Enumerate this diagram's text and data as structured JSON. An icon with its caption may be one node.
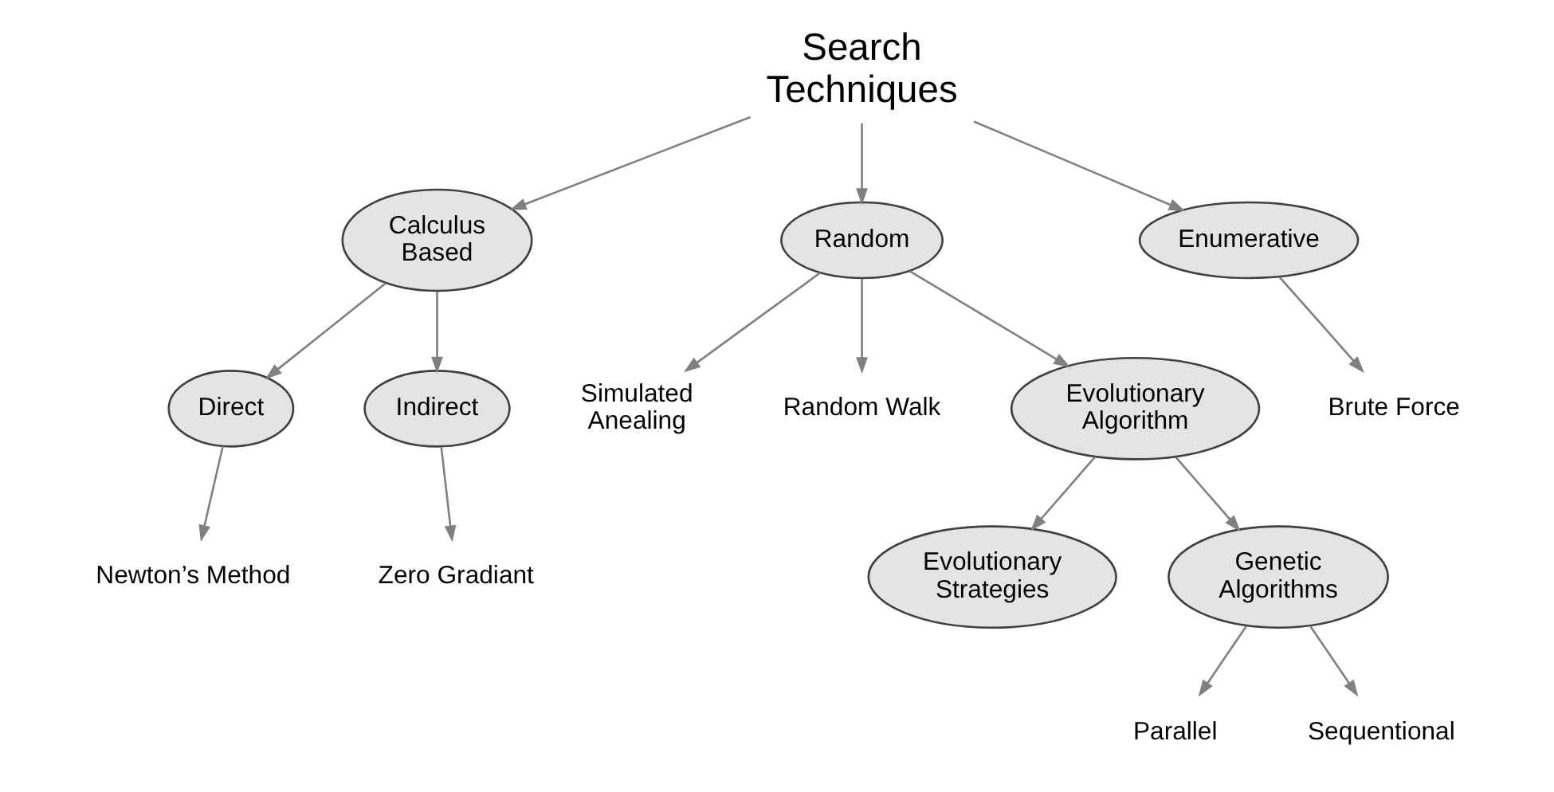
{
  "diagram": {
    "nodes": [
      {
        "text": [
          "Search Techniques"
        ]
      },
      {
        "text": [
          "Calculus Based"
        ]
      },
      {
        "text": [
          "Random"
        ]
      },
      {
        "text": [
          "Enumerative"
        ]
      },
      {
        "text": [
          "Direct"
        ]
      },
      {
        "text": [
          "Indirect"
        ]
      },
      {
        "text": [
          "Simulated Anealing"
        ]
      },
      {
        "text": [
          "Random Walk"
        ]
      },
      {
        "text": [
          "Brute Force"
        ]
      },
      {
        "text": [
          "Newton’s Method"
        ]
      },
      {
        "text": [
          "Zero Gradiant"
        ]
      },
      {
        "text": [
          "Evolutionary Algorithm"
        ]
      },
      {
        "text": [
          "Evolutionary Strategies"
        ]
      },
      {
        "text": [
          "Genetic Algorithms"
        ]
      },
      {
        "text": [
          "Parallel"
        ]
      },
      {
        "text": [
          "Sequentional"
        ]
      }
    ],
    "edges": [
      {
        "from": 0,
        "to": 1,
        "arrow": "to"
      },
      {
        "from": 0,
        "to": 2,
        "arrow": "to"
      },
      {
        "from": 0,
        "to": 3,
        "arrow": "to"
      },
      {
        "from": 1,
        "to": 4,
        "arrow": "to"
      },
      {
        "from": 1,
        "to": 5,
        "arrow": "to"
      },
      {
        "from": 2,
        "to": 6,
        "arrow": "to"
      },
      {
        "from": 2,
        "to": 11,
        "arrow": "to"
      },
      {
        "from": 2,
        "to": 7,
        "arrow": "to"
      },
      {
        "from": 3,
        "to": 8,
        "arrow": "to"
      },
      {
        "from": 4,
        "to": 9,
        "arrow": "to"
      },
      {
        "from": 5,
        "to": 10,
        "arrow": "to"
      },
      {
        "from": 11,
        "to": 12,
        "arrow": "to"
      },
      {
        "from": 11,
        "to": 13,
        "arrow": "to"
      },
      {
        "from": 13,
        "to": 14,
        "arrow": "to"
      },
      {
        "from": 13,
        "to": 15,
        "arrow": "to"
      }
    ]
  }
}
